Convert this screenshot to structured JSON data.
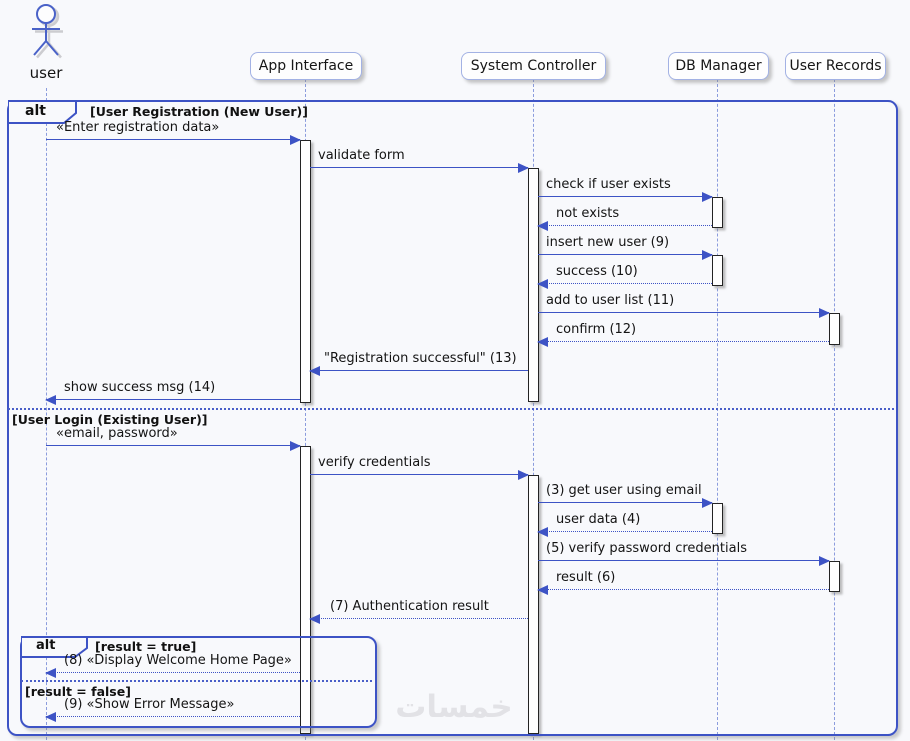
{
  "actor": {
    "label": "user"
  },
  "participants": [
    {
      "label": "App Interface"
    },
    {
      "label": "System Controller"
    },
    {
      "label": "DB Manager"
    },
    {
      "label": "User Records"
    }
  ],
  "frames": {
    "outer": {
      "operator": "alt",
      "guards": [
        "[User Registration (New User)]",
        "[User Login (Existing User)]"
      ]
    },
    "inner": {
      "operator": "alt",
      "guards": [
        "[result = true]",
        "[result = false]"
      ]
    }
  },
  "messages": [
    {
      "label": "«Enter registration data»"
    },
    {
      "label": "validate form"
    },
    {
      "label": "check if user exists"
    },
    {
      "label": "not exists"
    },
    {
      "label": "insert new user (9)"
    },
    {
      "label": "success (10)"
    },
    {
      "label": "add to user list (11)"
    },
    {
      "label": "confirm (12)"
    },
    {
      "label": "\"Registration successful\" (13)"
    },
    {
      "label": "show success msg (14)"
    },
    {
      "label": "«email, password»"
    },
    {
      "label": "verify credentials"
    },
    {
      "label": "(3) get user using email"
    },
    {
      "label": "user data (4)"
    },
    {
      "label": "(5) verify password credentials"
    },
    {
      "label": "result (6)"
    },
    {
      "label": "(7) Authentication result"
    },
    {
      "label": "(8) «Display Welcome Home Page»"
    },
    {
      "label": "(9) «Show Error Message»"
    }
  ],
  "watermark": "خمسات",
  "colors": {
    "accent_blue": "#3D53C5",
    "lifeline_blue": "#8B9CDD",
    "background": "#F8F9FC",
    "box_border": "#A3B2E4",
    "watermark_gray": "#E2E2E6"
  }
}
